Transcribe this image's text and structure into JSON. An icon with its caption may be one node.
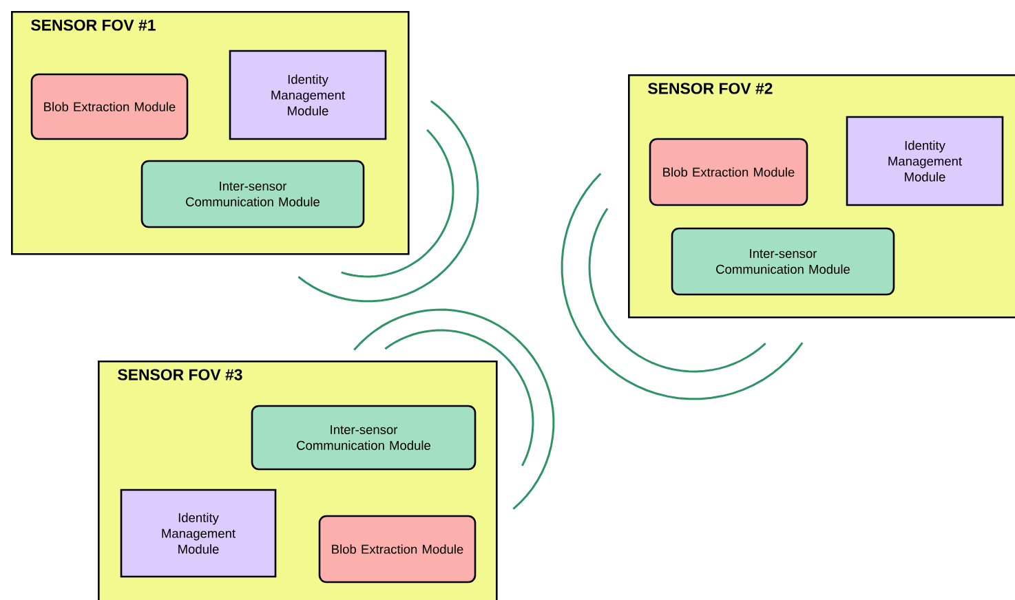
{
  "diagram": {
    "nodes": [
      {
        "text": [
          "SENSOR FOV #1"
        ]
      },
      {
        "text": [
          "Blob Extraction Module"
        ],
        "in": 0
      },
      {
        "text": [
          "Identity Management Module"
        ],
        "in": 0
      },
      {
        "text": [
          "Inter-sensor Communication Module"
        ],
        "in": 0
      },
      {
        "text": [
          "SENSOR FOV #2"
        ]
      },
      {
        "text": [
          "Blob Extraction Module"
        ],
        "in": 4
      },
      {
        "text": [
          "Identity Management Module"
        ],
        "in": 4
      },
      {
        "text": [
          "Inter-sensor Communication Module"
        ],
        "in": 4
      },
      {
        "text": [
          "SENSOR FOV #3"
        ]
      },
      {
        "text": [
          "Inter-sensor Communication Module"
        ],
        "in": 8
      },
      {
        "text": [
          "Identity Management Module"
        ],
        "in": 8
      },
      {
        "text": [
          "Blob Extraction Module"
        ],
        "in": 8
      }
    ]
  }
}
